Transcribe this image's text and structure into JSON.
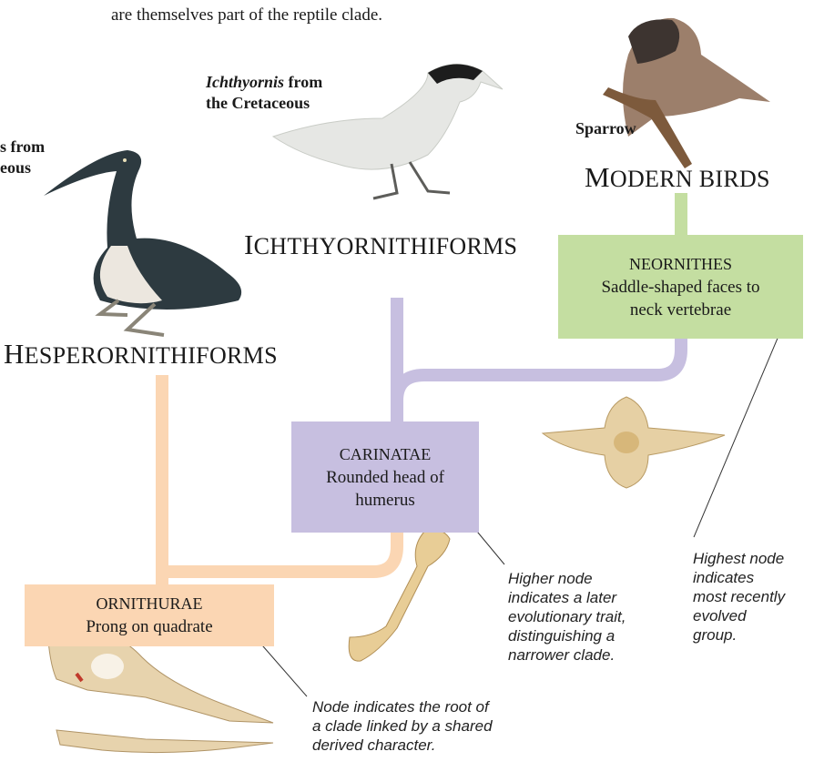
{
  "intro_text": "are themselves part of the reptile clade.",
  "labels": {
    "hesperornis_caption_line1": "s from",
    "hesperornis_caption_line2": "eous",
    "ichthyornis_caption_italic": "Ichthyornis",
    "ichthyornis_caption_rest1": " from",
    "ichthyornis_caption_rest2": "the Cretaceous",
    "sparrow_caption": "Sparrow"
  },
  "groups": {
    "modern_birds": {
      "first": "M",
      "rest": "ODERN BIRDS"
    },
    "ichthyornithiforms": {
      "first": "I",
      "rest": "CHTHYORNITHIFORMS"
    },
    "hesperornithiforms": {
      "first": "H",
      "rest": "ESPERORNITHIFORMS"
    }
  },
  "nodes": {
    "neornithes": {
      "title": "Neornithes",
      "trait_line1": "Saddle-shaped faces to",
      "trait_line2": "neck vertebrae",
      "color": "#c4dea1"
    },
    "carinatae": {
      "title": "Carinatae",
      "trait_line1": "Rounded head of",
      "trait_line2": "humerus",
      "color": "#c7bfe0"
    },
    "ornithurae": {
      "title": "Ornithurae",
      "trait_line1": "Prong on quadrate",
      "color": "#fbd6b3"
    }
  },
  "notes": {
    "highest_node": [
      "Highest node",
      "indicates",
      "most recently",
      "evolved",
      "group."
    ],
    "higher_node": [
      "Higher node",
      "indicates a later",
      "evolutionary trait,",
      "distinguishing a",
      "narrower clade."
    ],
    "root_node": [
      "Node indicates the root of",
      "a clade linked by a shared",
      "derived character."
    ]
  },
  "colors": {
    "modern_line": "#c4dea1",
    "carinatae_line": "#c7bfe0",
    "ornithurae_line": "#fbd6b3"
  }
}
